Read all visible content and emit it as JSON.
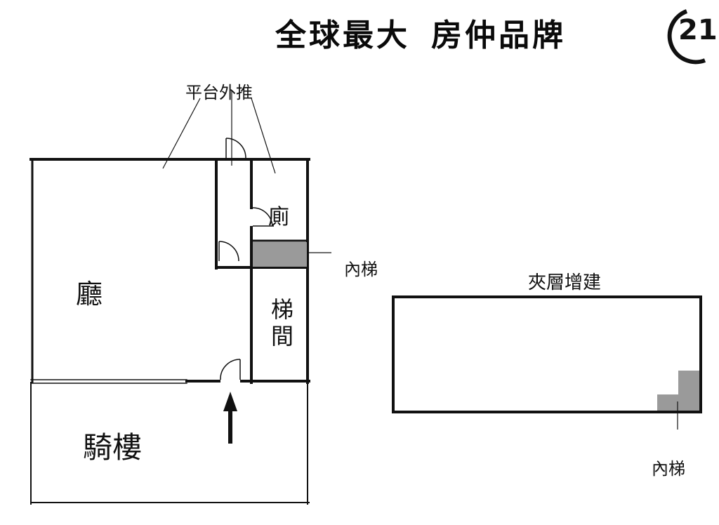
{
  "banner": {
    "slogan_part1": "全球最大",
    "slogan_part2": "房仲品牌",
    "logo_text": "21",
    "logo_name": "century21-logo"
  },
  "floorplan": {
    "labels": {
      "platform_push_out": "平台外推",
      "living_room": "廳",
      "toilet": "廁",
      "internal_stairs": "內梯",
      "stairwell": "梯間",
      "arcade": "騎樓",
      "mezzanine": "夾層增建",
      "mezzanine_internal_stairs": "內梯"
    }
  }
}
